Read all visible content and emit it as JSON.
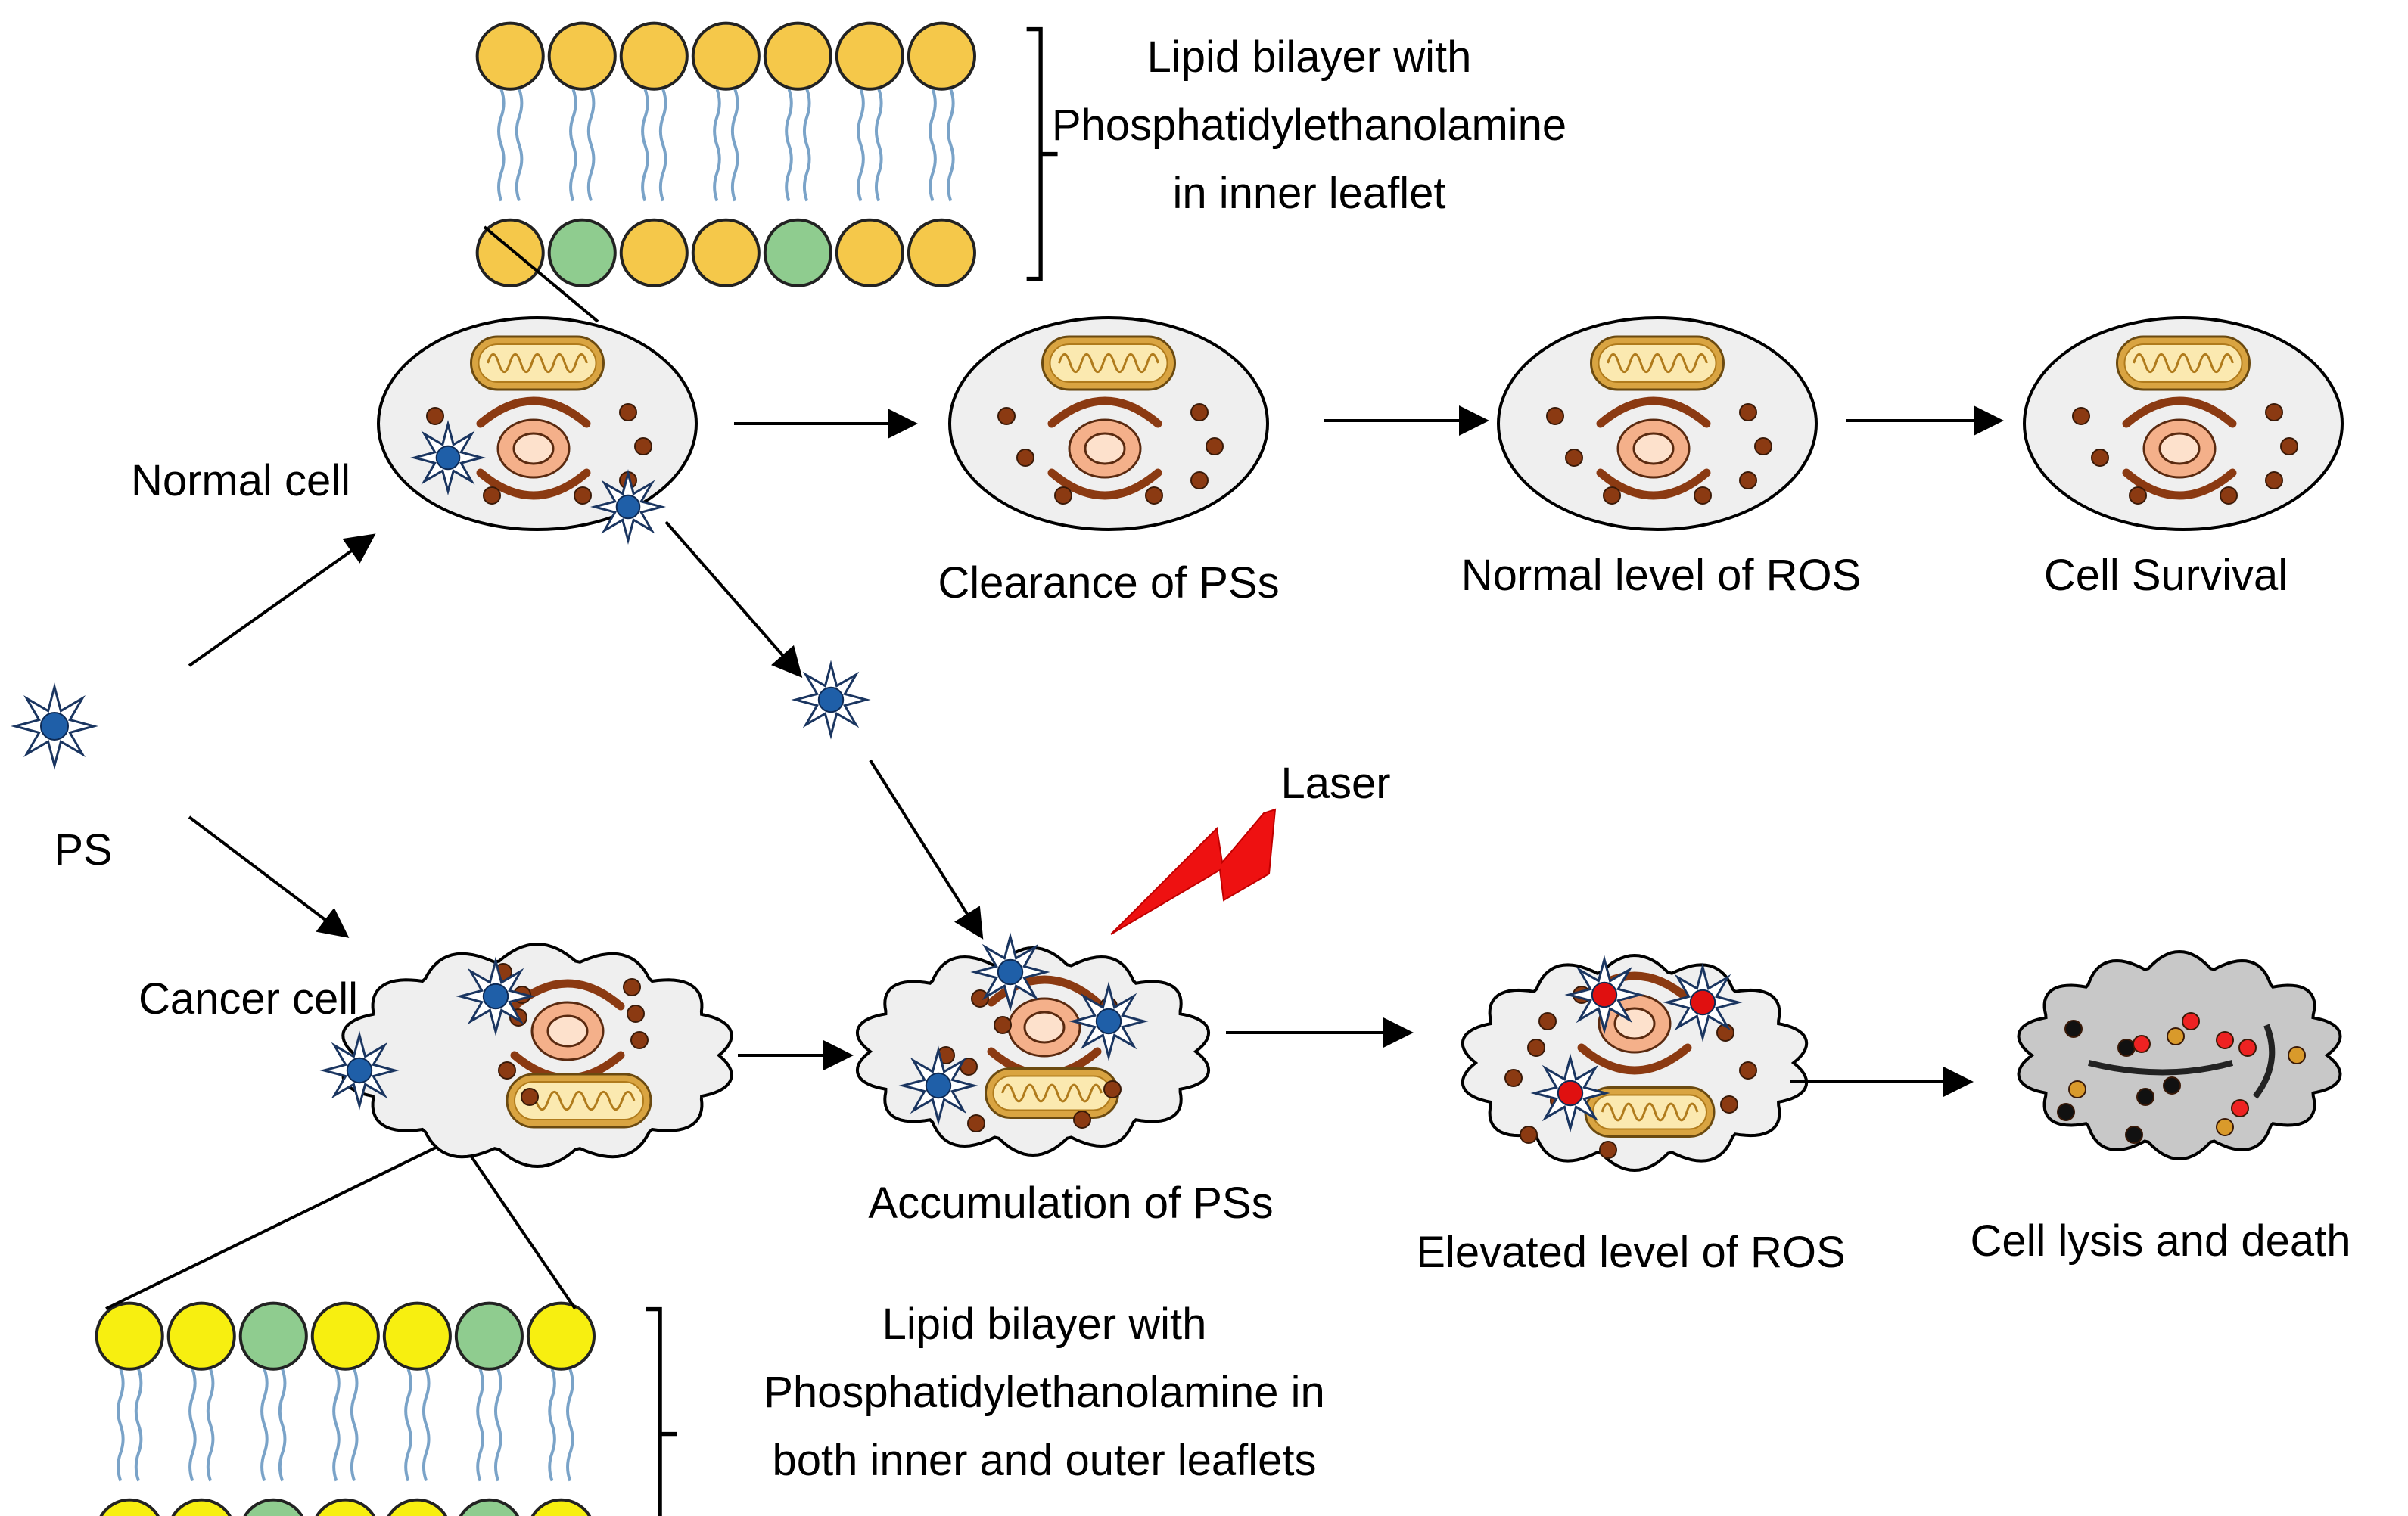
{
  "labels": {
    "ps": "PS",
    "normal_cell": "Normal cell",
    "cancer_cell": "Cancer cell",
    "laser": "Laser",
    "clearance": "Clearance of PSs",
    "normal_ros": "Normal level of ROS",
    "survival": "Cell Survival",
    "accumulation": "Accumulation of PSs",
    "elevated_ros": "Elevated level of ROS",
    "lysis": "Cell lysis and death"
  },
  "bilayer_top": {
    "line1": "Lipid bilayer with",
    "line2": "Phosphatidylethanolamine",
    "line3": "in inner leaflet"
  },
  "bilayer_bottom": {
    "line1": "Lipid bilayer with",
    "line2": "Phosphatidylethanolamine in",
    "line3": "both inner and outer leaflets"
  },
  "colors": {
    "ps_blue": "#1f5fa8",
    "ps_active_red": "#e01010",
    "mito_fill": "#d9a441",
    "organelle_brown": "#8b3a12",
    "nucleus_fill": "#f4b08a",
    "cell_fill": "#efefef",
    "dead_cell_fill": "#c8c8c8",
    "lipid_yellow_top": "#f5c84a",
    "lipid_yellow_bottom": "#f7ef10",
    "lipid_green": "#8fcc8f",
    "tail_blue": "#7aa3c8",
    "laser_red": "#ee1111"
  }
}
